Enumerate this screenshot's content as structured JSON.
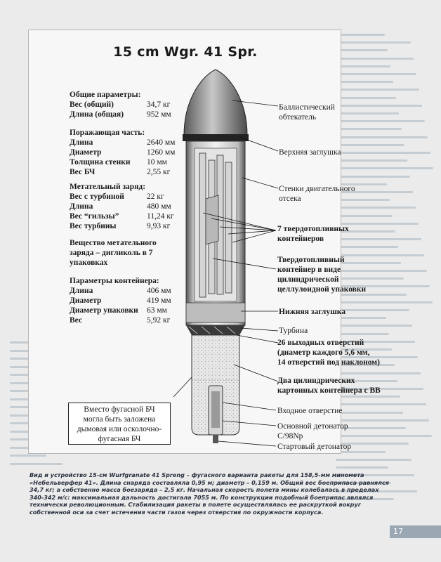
{
  "title": "15 cm Wgr. 41 Spr.",
  "specs": [
    {
      "label": "Общие параметры:",
      "value": ""
    },
    {
      "label": "Вес (общий)",
      "value": "34,7 кг"
    },
    {
      "label": "Длина (общая)",
      "value": "952 мм"
    },
    {
      "label": "Поражающая часть:",
      "value": ""
    },
    {
      "label": "Длина",
      "value": "2640 мм"
    },
    {
      "label": "Диаметр",
      "value": "1260 мм"
    },
    {
      "label": "Толщина стенки",
      "value": "10 мм"
    },
    {
      "label": "Вес БЧ",
      "value": "2,55 кг"
    },
    {
      "label": "Метательный заряд:",
      "value": ""
    },
    {
      "label": "Вес с турбиной",
      "value": "22 кг"
    },
    {
      "label": "Длина",
      "value": "480 мм"
    },
    {
      "label": "Вес “гильзы”",
      "value": "11,24 кг"
    },
    {
      "label": "Вес турбины",
      "value": "9,93 кг"
    },
    {
      "label": "Вещество метательного",
      "value": ""
    },
    {
      "label": "заряда – дигликоль в 7",
      "value": ""
    },
    {
      "label": "упаковках",
      "value": ""
    },
    {
      "label": "Параметры контейнера:",
      "value": ""
    },
    {
      "label": "Длина",
      "value": "406 мм"
    },
    {
      "label": "Диаметр",
      "value": "419 мм"
    },
    {
      "label": "Диаметр упаковки",
      "value": "63 мм"
    },
    {
      "label": "Вес",
      "value": "5,92 кг"
    }
  ],
  "callouts": [
    "Баллистический",
    "обтекатель",
    "Верхняя заглушка",
    "Стенки двигательного",
    "отсека",
    "7 твердотопливных",
    "контейнеров",
    "Твердотопливный",
    "контейнер в виде",
    "цилиндрической",
    "целлулоидной упаковки",
    "Нижняя заглушка",
    "Турбина",
    "26 выходных отверстий",
    "(диаметр каждого 5,6 мм,",
    "14 отверстий под наклоном)",
    "Два цилиндрических",
    "картонных контейнера с ВВ",
    "Входное отверстие",
    "Основной детонатор",
    "C/98Np",
    "Стартовый детонатор"
  ],
  "note": [
    "Вместо фугасной БЧ",
    "могла быть заложена",
    "дымовая или осколочно-",
    "фугасная БЧ"
  ],
  "caption": "Вид и устройство 15-см Wurfgranate 41 Spreng – фугасного варианта ракеты для 158,5-мм миномета «Небельверфер 41». Длина снаряда составляла 0,95 м; диаметр – 0,159 м. Общий вес боеприпаса равнялся 34,7 кг; а собственно масса боезаряда – 2,5 кг. Начальная скорость полета мины колебалась в пределах 340-342 м/с: максимальная дальность достигала 7055 м. По конструкции подобный боеприпас являлся технически революционным. Стабилизация ракеты в полете осуществлялась ее раскруткой вокруг собственной оси за счет истечения части газов через отверстия по окружности корпуса.",
  "page_number": "17"
}
